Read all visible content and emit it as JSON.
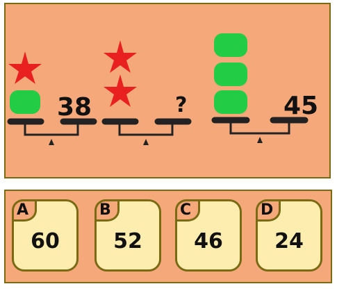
{
  "puzzle": {
    "scales": [
      {
        "left_items": [
          "star",
          "green-block"
        ],
        "right_value": "38"
      },
      {
        "left_items": [
          "star",
          "star"
        ],
        "right_value": "?"
      },
      {
        "left_items": [
          "green-block",
          "green-block",
          "green-block"
        ],
        "right_value": "45"
      }
    ],
    "colors": {
      "background": "#f5a97a",
      "star": "#e82020",
      "block": "#22cc44",
      "border": "#7a6a14"
    }
  },
  "answers": {
    "options": [
      {
        "letter": "A",
        "value": "60"
      },
      {
        "letter": "B",
        "value": "52"
      },
      {
        "letter": "C",
        "value": "46"
      },
      {
        "letter": "D",
        "value": "24"
      }
    ],
    "card_color": "#fdeeb0"
  }
}
